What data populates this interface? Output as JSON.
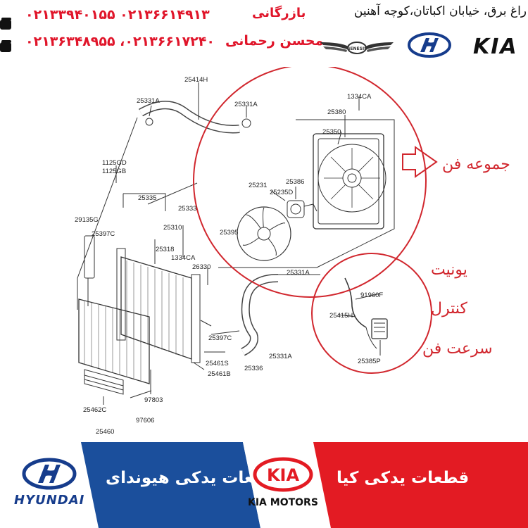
{
  "header": {
    "phone_row1": "۰۲۱۳۳۹۴۰۱۵۵  ۰۲۱۳۶۶۱۴۹۱۳",
    "phone_row2": "۰۲۱۳۶۳۴۸۹۵۵ ،۰۲۱۳۶۶۱۷۲۴۰",
    "role": "بازرگانی",
    "name": "محسن رحمانی",
    "address": "راغ برق، خیابان اکباتان،کوچه آهنین",
    "brand_genesis": "GENESIS",
    "brand_hyundai": "H",
    "brand_kia": "KIA"
  },
  "diagram": {
    "labels": {
      "p25414H": "25414H",
      "p25331A_a": "25331A",
      "p25331A_b": "25331A",
      "p1334CA_a": "1334CA",
      "p25380": "25380",
      "p25350": "25350",
      "p1125GD": "1125GD",
      "p1125GB": "1125GB",
      "p25335": "25335",
      "p25333": "25333",
      "p25231": "25231",
      "p25235D": "25235D",
      "p25386": "25386",
      "p29135G": "29135G",
      "p25397C_a": "25397C",
      "p25310": "25310",
      "p25395": "25395",
      "p25318": "25318",
      "p1334CA_b": "1334CA",
      "p26330": "26330",
      "p25331A_c": "25331A",
      "p91960F": "91960F",
      "p25415H": "25415H",
      "p25397C_b": "25397C",
      "p25331A_d": "25331A",
      "p25461S": "25461S",
      "p25336": "25336",
      "p25461B": "25461B",
      "p25385P": "25385P",
      "p97803": "97803",
      "p25462C": "25462C",
      "p97606": "97606",
      "p25460": "25460"
    },
    "annotations": {
      "fan_assembly": "جموعه فن",
      "unit_line1": "یونیت",
      "unit_line2": "کنترل",
      "unit_line3": "سرعت فن"
    }
  },
  "footer": {
    "hyundai_text": "قطعات یدکی هیوندای",
    "kia_text": "قطعات یدکی کیا",
    "hyundai_word": "HYUNDAI",
    "kia_logo": "KIA",
    "kia_motors": "KIA MOTORS"
  },
  "colors": {
    "accent_red": "#e0152a",
    "annot_red": "#d1272e",
    "footer_blue": "#1b4f9c",
    "footer_red": "#e31b23",
    "hyundai_blue": "#163c8c"
  }
}
